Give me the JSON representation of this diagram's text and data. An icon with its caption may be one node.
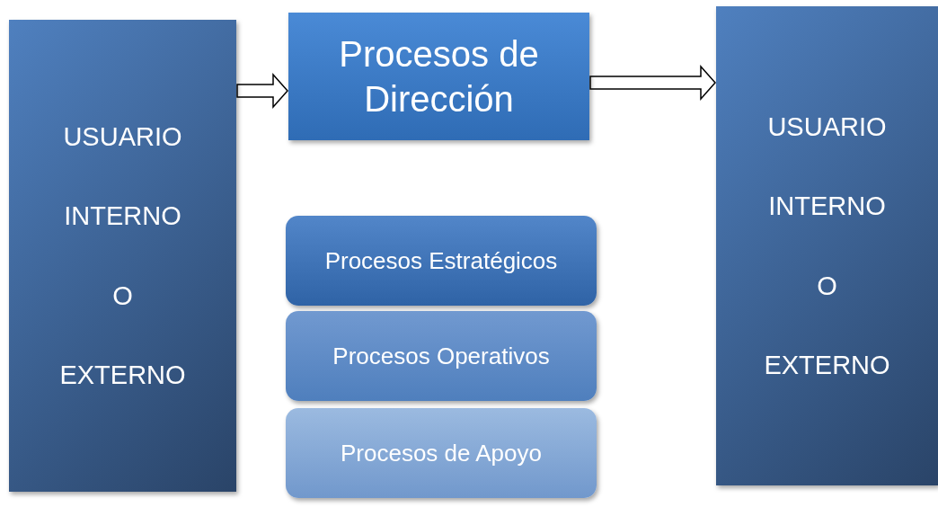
{
  "diagram": {
    "nodes": [
      {
        "text": [
          "USUARIO",
          "INTERNO",
          "O",
          "EXTERNO"
        ]
      },
      {
        "text": [
          "Procesos de Dirección"
        ]
      },
      {
        "text": [
          "Procesos Estratégicos"
        ]
      },
      {
        "text": [
          "Procesos Operativos"
        ]
      },
      {
        "text": [
          "Procesos de Apoyo"
        ]
      },
      {
        "text": [
          "USUARIO",
          "INTERNO",
          "O",
          "EXTERNO"
        ]
      }
    ],
    "edges": [
      {
        "from": 0,
        "to": 1,
        "arrow": "to"
      },
      {
        "from": 1,
        "to": 5,
        "arrow": "to"
      }
    ]
  }
}
